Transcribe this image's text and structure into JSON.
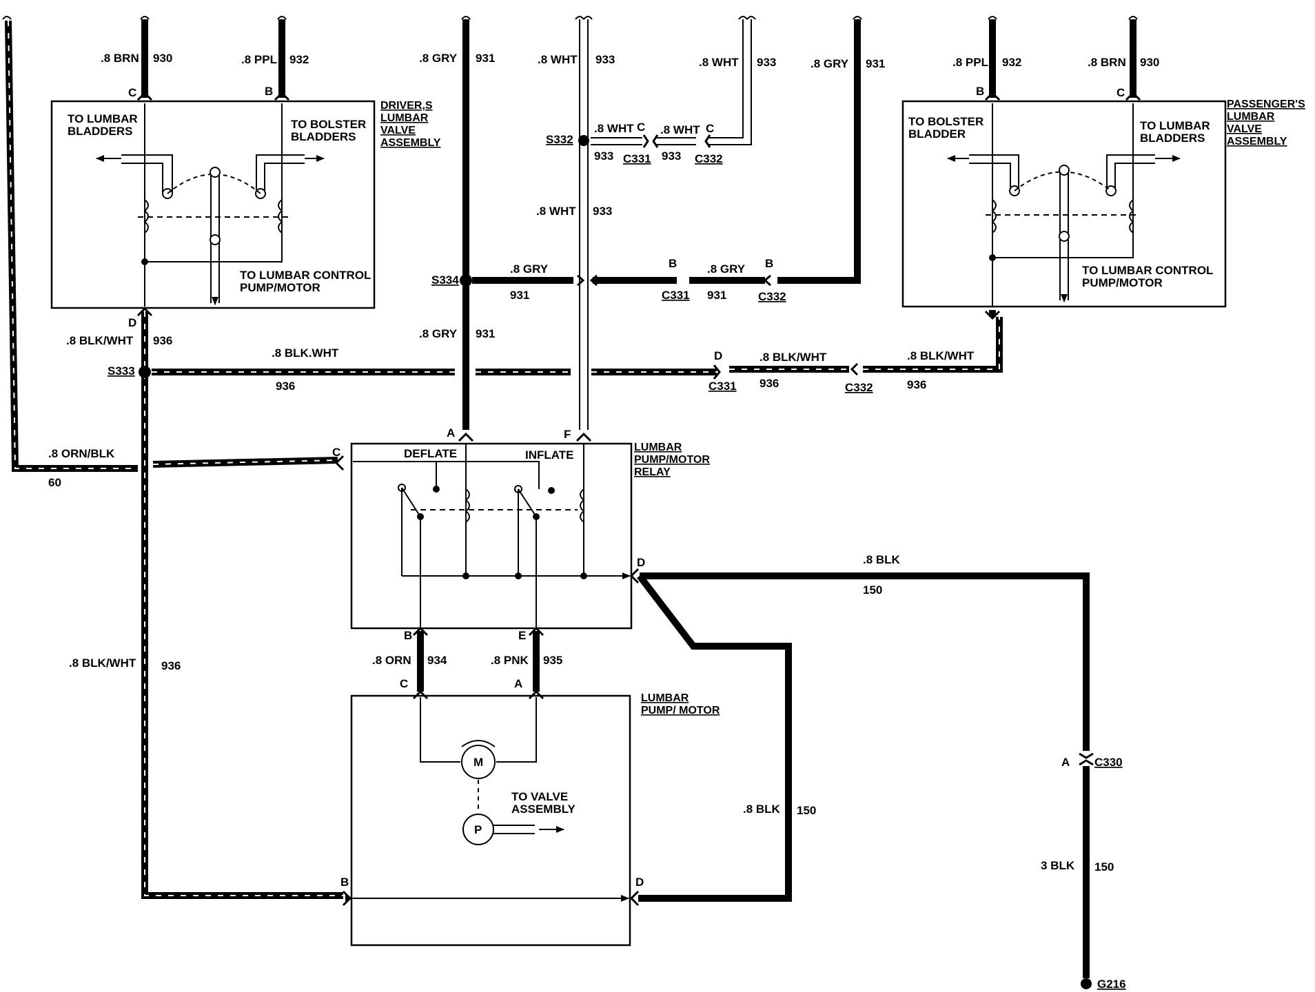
{
  "wires": {
    "brn_930": {
      "label": ".8 BRN",
      "circuit": "930"
    },
    "ppl_932": {
      "label": ".8 PPL",
      "circuit": "932"
    },
    "gry_931": {
      "label": ".8 GRY",
      "circuit": "931"
    },
    "wht_933": {
      "label": ".8 WHT",
      "circuit": "933"
    },
    "blk_wht_936": {
      "label": ".8 BLK/WHT",
      "label_alt": ".8 BLK.WHT",
      "circuit": "936"
    },
    "orn_blk_60": {
      "label": ".8 ORN/BLK",
      "circuit": "60"
    },
    "blk_150": {
      "label": ".8 BLK",
      "circuit": "150"
    },
    "blk3_150": {
      "label": "3 BLK",
      "circuit": "150"
    },
    "orn_934": {
      "label": ".8 ORN",
      "circuit": "934"
    },
    "pnk_935": {
      "label": ".8 PNK",
      "circuit": "935"
    }
  },
  "splices": {
    "s332": "S332",
    "s333": "S333",
    "s334": "S334"
  },
  "connectors": {
    "c330": "C330",
    "c331": "C331",
    "c332": "C332",
    "g216": "G216"
  },
  "pins": {
    "a": "A",
    "b": "B",
    "c": "C",
    "d": "D",
    "e": "E",
    "f": "F"
  },
  "driver_valve": {
    "title": [
      "DRIVER,S",
      "LUMBAR",
      "VALVE",
      "ASSEMBLY"
    ],
    "to_lumbar_bladders": [
      "TO LUMBAR",
      "BLADDERS"
    ],
    "to_bolster_bladders": [
      "TO BOLSTER",
      "BLADDERS"
    ],
    "to_pump": [
      "TO LUMBAR CONTROL",
      "PUMP/MOTOR"
    ]
  },
  "passenger_valve": {
    "title": [
      "PASSENGER'S",
      "LUMBAR",
      "VALVE",
      "ASSEMBLY"
    ],
    "to_bolster_bladder": [
      "TO BOLSTER",
      "BLADDER"
    ],
    "to_lumbar_bladders": [
      "TO LUMBAR",
      "BLADDERS"
    ],
    "to_pump": [
      "TO LUMBAR CONTROL",
      "PUMP/MOTOR"
    ]
  },
  "relay": {
    "title": [
      "LUMBAR",
      "PUMP/MOTOR",
      "RELAY"
    ],
    "deflate": "DEFLATE",
    "inflate": "INFLATE"
  },
  "pump": {
    "title": [
      "LUMBAR",
      "PUMP/ MOTOR"
    ],
    "to_valve": [
      "TO VALVE",
      "ASSEMBLY"
    ],
    "motor_symbol": "M",
    "pump_symbol": "P"
  }
}
